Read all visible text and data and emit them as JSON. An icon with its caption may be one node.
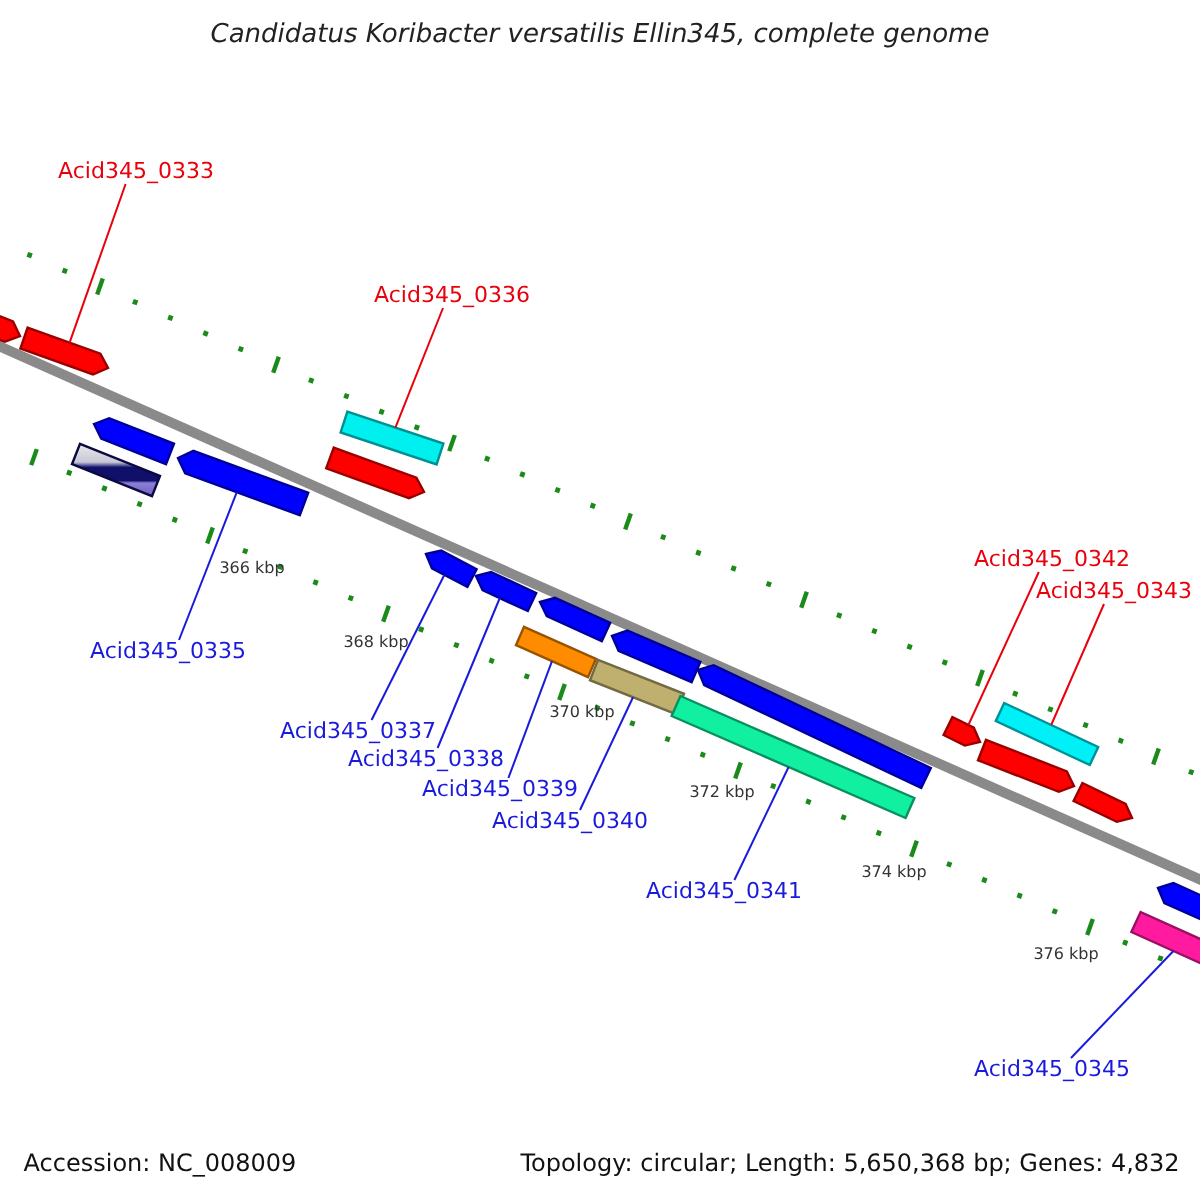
{
  "diagram": {
    "title": "Candidatus Koribacter versatilis Ellin345, complete genome",
    "nodes": [
      {
        "text": [
          "Acid345_0333"
        ]
      },
      {
        "text": [
          "Acid345_0336"
        ]
      },
      {
        "text": [],
        "shape": "bar"
      },
      {
        "text": [],
        "shape": "bar"
      },
      {
        "text": [],
        "shape": "bar"
      },
      {
        "text": [],
        "shape": "bar"
      },
      {
        "text": [],
        "shape": "bar"
      },
      {
        "text": [],
        "shape": "bar"
      },
      {
        "text": [],
        "shape": "bar"
      },
      {
        "text": [
          "Acid345_0342"
        ]
      },
      {
        "text": [],
        "shape": "bar"
      },
      {
        "text": [
          "Acid345_0343"
        ]
      },
      {
        "text": [],
        "shape": "bar"
      },
      {
        "text": [],
        "shape": "bar"
      },
      {
        "text": [],
        "shape": "bar"
      },
      {
        "text": [],
        "shape": "bar"
      },
      {
        "text": [
          "Acid345_0335"
        ]
      },
      {
        "text": [],
        "shape": "bar"
      },
      {
        "text": [],
        "shape": "bar"
      },
      {
        "text": [],
        "shape": "bar"
      },
      {
        "text": [],
        "shape": "bar"
      },
      {
        "text": [],
        "shape": "bar"
      },
      {
        "text": [
          "Acid345_0337"
        ]
      },
      {
        "text": [
          "Acid345_0338"
        ]
      },
      {
        "text": [],
        "shape": "bar"
      },
      {
        "text": [
          "Acid345_0339"
        ]
      },
      {
        "text": [],
        "shape": "bar"
      },
      {
        "text": [
          "Acid345_0340"
        ]
      },
      {
        "text": [
          "Acid345_0341"
        ]
      },
      {
        "text": [],
        "shape": "bar"
      },
      {
        "text": [],
        "shape": "bar"
      },
      {
        "text": [
          "Acid345_0345"
        ]
      }
    ],
    "edges": [
      {
        "from": 0,
        "to": 3,
        "arrow": "none",
        "color": "#e8000b"
      },
      {
        "from": 1,
        "to": 5,
        "arrow": "none",
        "color": "#e8000b"
      },
      {
        "from": 16,
        "to": 8,
        "arrow": "none"
      },
      {
        "from": 22,
        "to": 10,
        "arrow": "none"
      },
      {
        "from": 23,
        "to": 12,
        "arrow": "none"
      },
      {
        "from": 25,
        "to": 14,
        "arrow": "none"
      },
      {
        "from": 27,
        "to": 17,
        "arrow": "none"
      },
      {
        "from": 28,
        "to": 18,
        "arrow": "none"
      },
      {
        "from": 9,
        "to": 20,
        "arrow": "none",
        "color": "#e8000b"
      },
      {
        "from": 11,
        "to": 21,
        "arrow": "none",
        "color": "#e8000b"
      },
      {
        "from": 31,
        "to": 30,
        "arrow": "none"
      }
    ],
    "labels": [
      "366 kbp",
      "368 kbp",
      "370 kbp",
      "372 kbp",
      "374 kbp",
      "376 kbp",
      "Accession: NC_008009",
      "Topology: circular; Length: 5,650,368 bp; Genes: 4,832"
    ]
  }
}
